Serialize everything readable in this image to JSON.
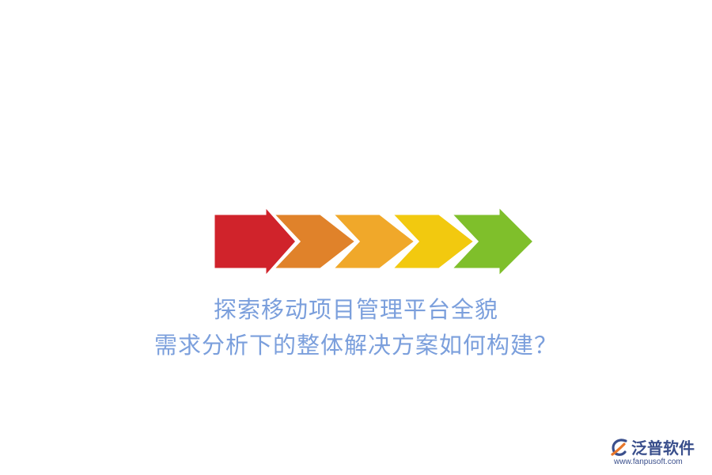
{
  "title": {
    "line1": "探索移动项目管理平台全貌",
    "line2": "需求分析下的整体解决方案如何构建？"
  },
  "arrows": {
    "colors": [
      "#d0232b",
      "#e0822a",
      "#f0a82a",
      "#f2c90f",
      "#7fbf2b"
    ]
  },
  "logo": {
    "name": "泛普软件",
    "url": "www.fanpusoft.com",
    "colors": {
      "blue": "#3a4f8c",
      "orange": "#e8772a"
    }
  }
}
